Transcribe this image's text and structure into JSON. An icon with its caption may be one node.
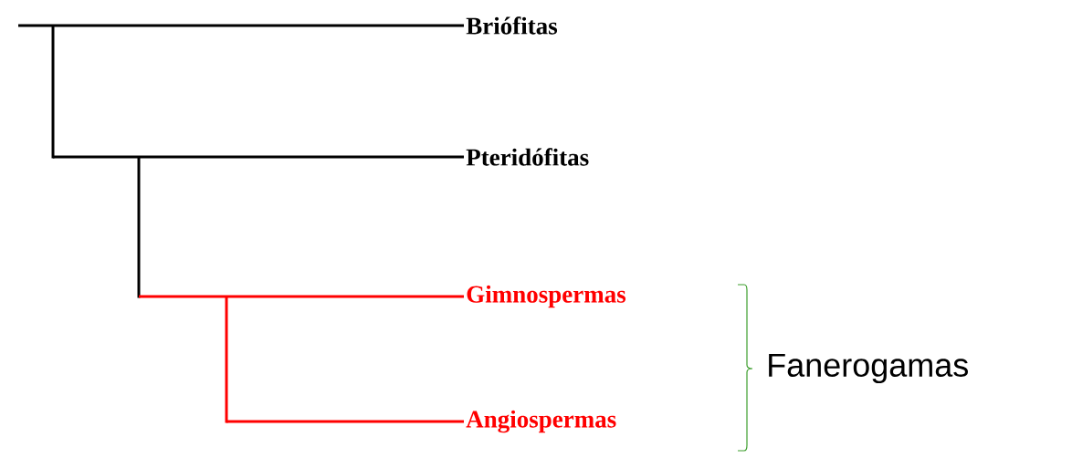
{
  "diagram": {
    "nodes": [
      {
        "text": [
          "Briófitas"
        ]
      },
      {
        "text": [
          "Pteridófitas"
        ]
      },
      {
        "text": [
          "Gimnospermas"
        ]
      },
      {
        "text": [
          "Angiospermas"
        ]
      }
    ],
    "edges": [
      {
        "from": null,
        "to": 0,
        "arrow": "none"
      },
      {
        "from": null,
        "to": 1,
        "arrow": "none"
      },
      {
        "from": null,
        "to": 2,
        "arrow": "none",
        "color": "#ff0000"
      },
      {
        "from": null,
        "to": 3,
        "arrow": "none",
        "color": "#ff0000"
      }
    ],
    "labels": [
      "Fanerogamas"
    ]
  }
}
